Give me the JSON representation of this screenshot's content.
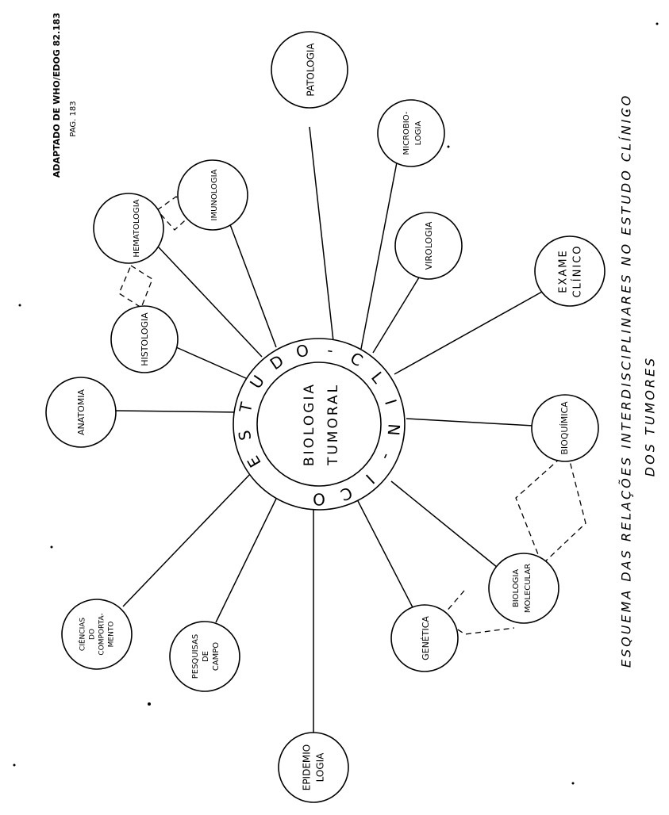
{
  "source_note": {
    "line1": "ADAPTADO DE WHO/EDOG 82.183",
    "line2": "PAG. 183"
  },
  "center": {
    "ring_text": "ESTUDO-CLIN-ICO",
    "core_line1": "BIOLOGIA",
    "core_line2": "TUMORAL"
  },
  "nodes": {
    "patologia": [
      "PATOLOGIA"
    ],
    "microbiologia": [
      "MICROBIO-",
      "LOGIA"
    ],
    "virologia": [
      "VIROLOGIA"
    ],
    "exame_clinico": [
      "EXAME",
      "CLÍNICO"
    ],
    "bioquimica": [
      "BIOQUÍMICA"
    ],
    "biologia_molecular": [
      "BIOLOGIA",
      "MOLECULAR"
    ],
    "genetica": [
      "GENÉTICA"
    ],
    "epidemiologia": [
      "EPIDEMIO",
      "LOGIA"
    ],
    "pesquisas_de_campo": [
      "PESQUISAS",
      "DE",
      "CAMPO"
    ],
    "ciencias_do_comportamento": [
      "CIÊNCIAS",
      "DO",
      "COMPORTA-",
      "MENTO"
    ],
    "anatomia": [
      "ANATOMIA"
    ],
    "histologia": [
      "HISTOLOGIA"
    ],
    "hematologia": [
      "HEMATOLOGIA"
    ],
    "imunologia": [
      "IMUNOLOGIA"
    ]
  },
  "caption": {
    "line1": "ESQUEMA DAS RELAÇÕES INTERDISCIPLINARES NO ESTUDO CLÍNICO",
    "line2": "DOS TUMORES"
  }
}
